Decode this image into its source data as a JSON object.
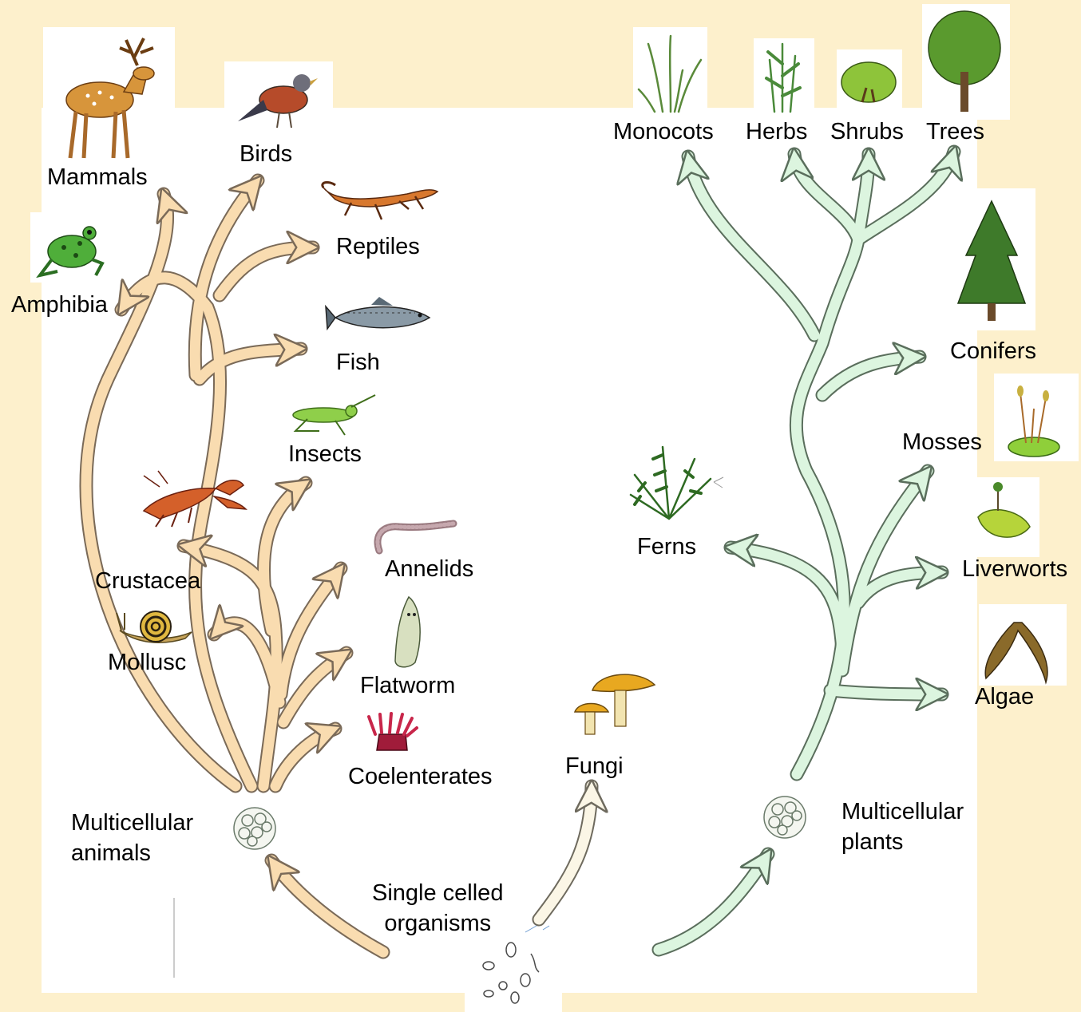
{
  "labels": {
    "mammals": "Mammals",
    "birds": "Birds",
    "reptiles": "Reptiles",
    "amphibia": "Amphibia",
    "fish": "Fish",
    "insects": "Insects",
    "crustacea": "Crustacea",
    "annelids": "Annelids",
    "mollusc": "Mollusc",
    "flatworm": "Flatworm",
    "coelenterates": "Coelenterates",
    "multicellular_animals_1": "Multicellular",
    "multicellular_animals_2": "animals",
    "single_celled_1": "Single celled",
    "single_celled_2": "organisms",
    "fungi": "Fungi",
    "monocots": "Monocots",
    "herbs": "Herbs",
    "shrubs": "Shrubs",
    "trees": "Trees",
    "conifers": "Conifers",
    "mosses": "Mosses",
    "ferns": "Ferns",
    "liverworts": "Liverworts",
    "algae": "Algae",
    "multicellular_plants_1": "Multicellular",
    "multicellular_plants_2": "plants"
  },
  "icons": [
    "deer-icon",
    "bird-icon",
    "lizard-icon",
    "frog-icon",
    "fish-icon",
    "grasshopper-icon",
    "crayfish-icon",
    "earthworm-icon",
    "snail-icon",
    "flatworm-icon",
    "sea-anemone-icon",
    "cell-cluster-icon",
    "microorganisms-icon",
    "mushroom-icon",
    "grass-icon",
    "herb-icon",
    "shrub-icon",
    "tree-icon",
    "conifer-icon",
    "moss-icon",
    "fern-icon",
    "liverwort-icon",
    "seaweed-icon"
  ],
  "colors": {
    "page_background": "#fdf0cc",
    "panel_background": "#ffffff",
    "animal_arrow_fill": "#f9dcb0",
    "animal_arrow_stroke": "#7a6a58",
    "plant_arrow_fill": "#dcf5df",
    "plant_arrow_stroke": "#5a6e5c"
  }
}
